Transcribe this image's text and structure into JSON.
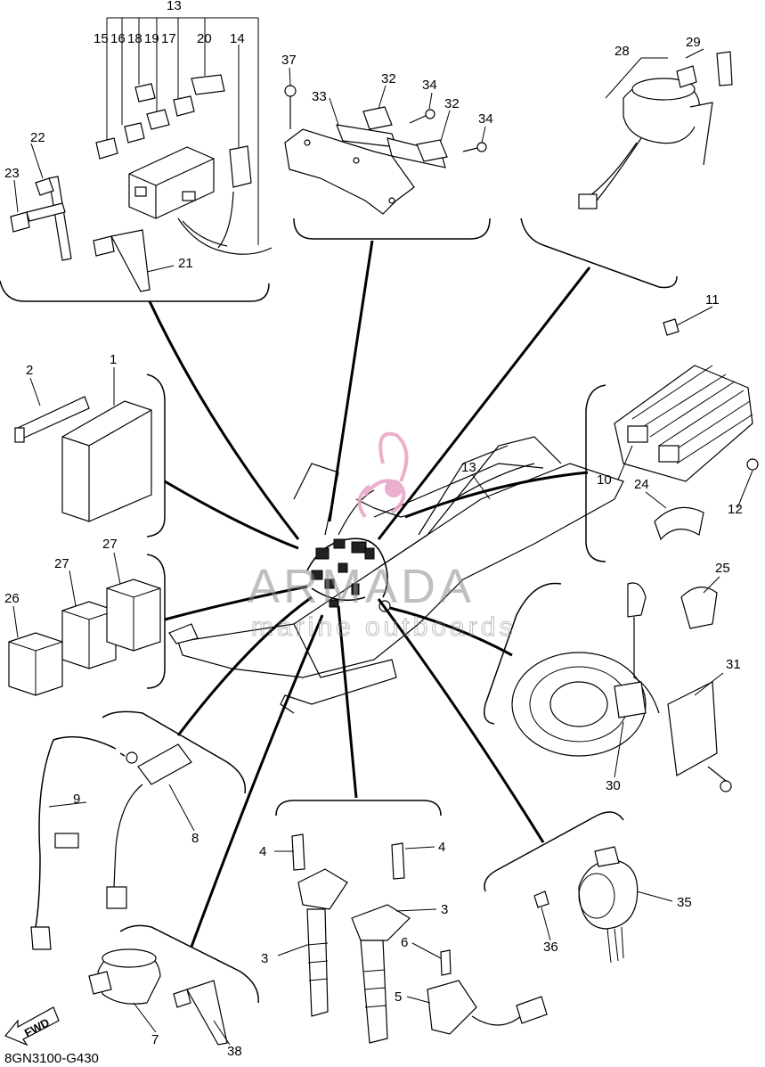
{
  "diagram": {
    "drawing_code": "8GN3100-G430",
    "fwd_label": "FWD",
    "watermark": {
      "brand": "ARMADA",
      "tagline": "marine outboards",
      "logo_color": "#e8a7c7",
      "text_color": "#8a8a8a"
    },
    "callouts": [
      {
        "id": "c13",
        "text": "13"
      },
      {
        "id": "c15",
        "text": "15"
      },
      {
        "id": "c16",
        "text": "16"
      },
      {
        "id": "c18",
        "text": "18"
      },
      {
        "id": "c19",
        "text": "19"
      },
      {
        "id": "c17",
        "text": "17"
      },
      {
        "id": "c20",
        "text": "20"
      },
      {
        "id": "c14",
        "text": "14"
      },
      {
        "id": "c22",
        "text": "22"
      },
      {
        "id": "c23",
        "text": "23"
      },
      {
        "id": "c21",
        "text": "21"
      },
      {
        "id": "c37",
        "text": "37"
      },
      {
        "id": "c33",
        "text": "33"
      },
      {
        "id": "c32a",
        "text": "32"
      },
      {
        "id": "c34a",
        "text": "34"
      },
      {
        "id": "c32b",
        "text": "32"
      },
      {
        "id": "c34b",
        "text": "34"
      },
      {
        "id": "c28",
        "text": "28"
      },
      {
        "id": "c29",
        "text": "29"
      },
      {
        "id": "c11",
        "text": "11"
      },
      {
        "id": "c10",
        "text": "10"
      },
      {
        "id": "c12",
        "text": "12"
      },
      {
        "id": "c24",
        "text": "24"
      },
      {
        "id": "c2",
        "text": "2"
      },
      {
        "id": "c1",
        "text": "1"
      },
      {
        "id": "c13b",
        "text": "13"
      },
      {
        "id": "c27a",
        "text": "27"
      },
      {
        "id": "c27b",
        "text": "27"
      },
      {
        "id": "c26",
        "text": "26"
      },
      {
        "id": "c25",
        "text": "25"
      },
      {
        "id": "c31",
        "text": "31"
      },
      {
        "id": "c30",
        "text": "30"
      },
      {
        "id": "c9",
        "text": "9"
      },
      {
        "id": "c8",
        "text": "8"
      },
      {
        "id": "c4a",
        "text": "4"
      },
      {
        "id": "c4b",
        "text": "4"
      },
      {
        "id": "c3a",
        "text": "3"
      },
      {
        "id": "c3b",
        "text": "3"
      },
      {
        "id": "c6",
        "text": "6"
      },
      {
        "id": "c5",
        "text": "5"
      },
      {
        "id": "c35",
        "text": "35"
      },
      {
        "id": "c36",
        "text": "36"
      },
      {
        "id": "c7",
        "text": "7"
      },
      {
        "id": "c38",
        "text": "38"
      }
    ]
  }
}
